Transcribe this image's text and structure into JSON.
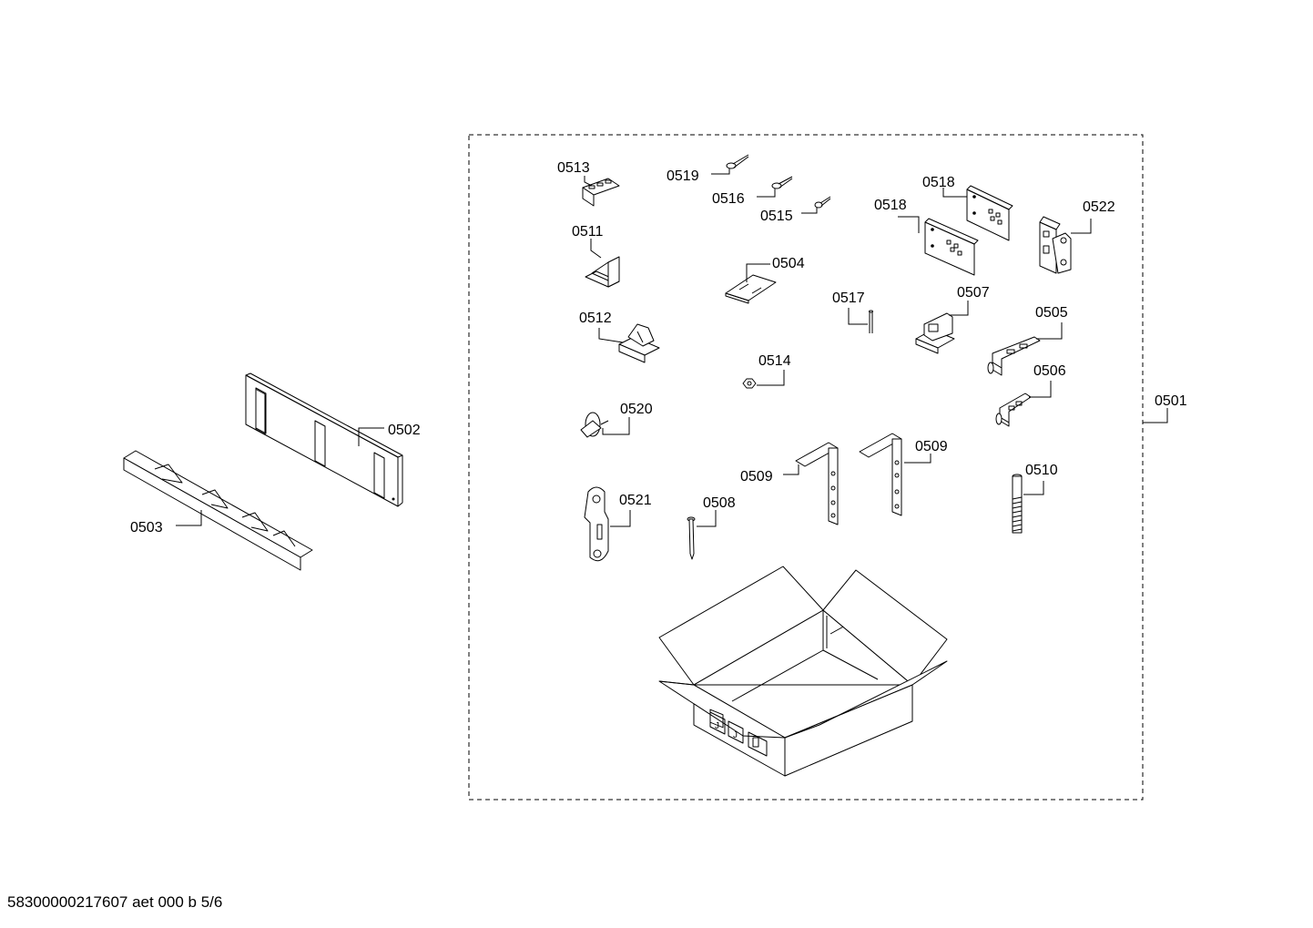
{
  "diagram": {
    "labels": {
      "p0501": "0501",
      "p0502": "0502",
      "p0503": "0503",
      "p0504": "0504",
      "p0505": "0505",
      "p0506": "0506",
      "p0507": "0507",
      "p0508": "0508",
      "p0509a": "0509",
      "p0509b": "0509",
      "p0510": "0510",
      "p0511": "0511",
      "p0512": "0512",
      "p0513": "0513",
      "p0514": "0514",
      "p0515": "0515",
      "p0516": "0516",
      "p0517": "0517",
      "p0518a": "0518",
      "p0518b": "0518",
      "p0519": "0519",
      "p0520": "0520",
      "p0521": "0521",
      "p0522": "0522"
    }
  },
  "footer": {
    "text": "58300000217607 aet 000 b 5/6"
  }
}
